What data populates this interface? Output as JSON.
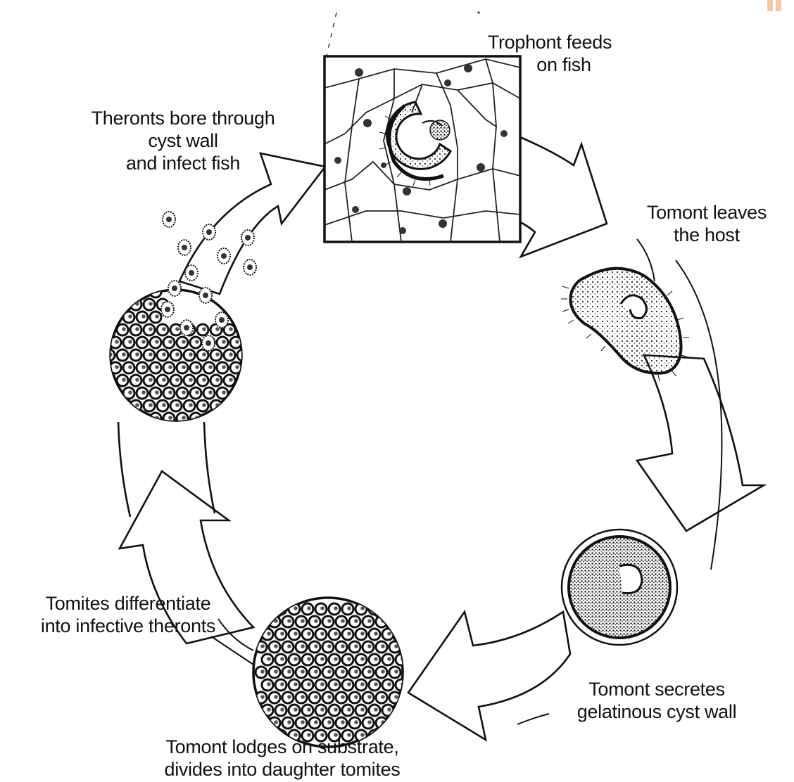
{
  "labels": {
    "trophont": [
      "Trophont feeds",
      "on fish"
    ],
    "leaves": [
      "Tomont leaves",
      "the host"
    ],
    "secretes": [
      "Tomont secretes",
      "gelatinous cyst wall"
    ],
    "lodges": [
      "Tomont lodges on substrate,",
      "divides into daughter tomites"
    ],
    "differentiate": [
      "Tomites differentiate",
      "into infective theronts"
    ],
    "theronts": [
      "Theronts bore through",
      "cyst wall",
      "and infect fish"
    ]
  },
  "colors": {
    "ink": "#111111",
    "paper": "#ffffff",
    "corner_accent": "#f8c9a8"
  }
}
